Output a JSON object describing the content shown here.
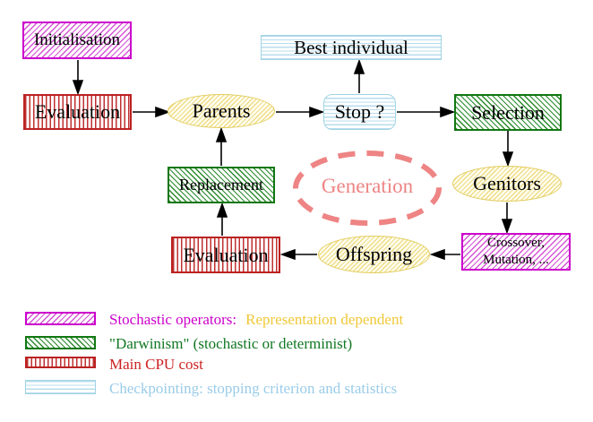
{
  "nodes": {
    "initialisation": {
      "label": "Initialisation"
    },
    "evaluation_top": {
      "label": "Evaluation"
    },
    "parents": {
      "label": "Parents"
    },
    "best_individual": {
      "label": "Best individual"
    },
    "stop": {
      "label": "Stop ?"
    },
    "selection": {
      "label": "Selection"
    },
    "genitors": {
      "label": "Genitors"
    },
    "crossover_mutation": {
      "line1": "Crossover,",
      "line2": "Mutation, ..."
    },
    "offspring": {
      "label": "Offspring"
    },
    "evaluation_bottom": {
      "label": "Evaluation"
    },
    "replacement": {
      "label": "Replacement"
    },
    "generation": {
      "label": "Generation"
    }
  },
  "legend": {
    "stochastic": {
      "label": "Stochastic operators:",
      "suffix": "Representation dependent"
    },
    "darwinism": {
      "label": "\"Darwinism\" (stochastic or determinist)"
    },
    "cpu": {
      "label": "Main CPU cost"
    },
    "checkpointing": {
      "label": "Checkpointing: stopping criterion and statistics"
    }
  },
  "colors": {
    "magenta": "#cc00cc",
    "green": "#117711",
    "red": "#bb2222",
    "cyan_border": "#a0d4e4",
    "cyan_text": "#99cce8",
    "yellow_border": "#e2cc5e",
    "gold_text": "#f0c838",
    "salmon": "#ee8484",
    "arrow_black": "#000000"
  }
}
